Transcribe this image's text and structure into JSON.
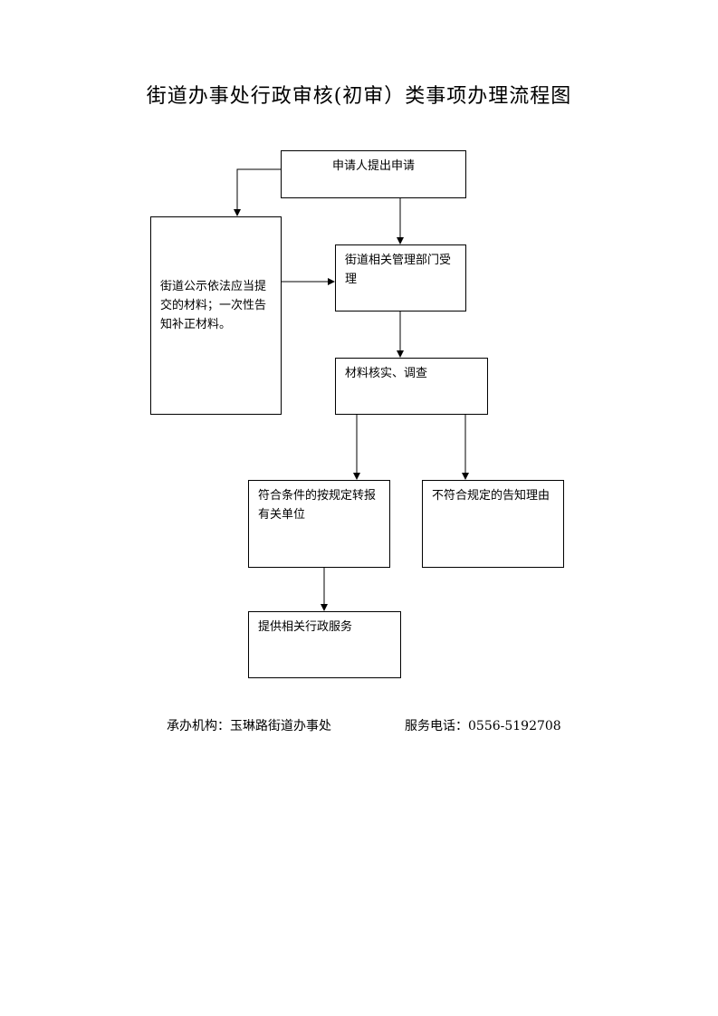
{
  "title": "街道办事处行政审核(初审）类事项办理流程图",
  "flowchart": {
    "nodes": {
      "apply": "申请人提出申请",
      "accept": "街道相关管理部门受理",
      "notify": "街道公示依法应当提交的材料；一次性告知补正材料。",
      "verify": "材料核实、调查",
      "qualified": "符合条件的按规定转报有关单位",
      "unqualified": "不符合规定的告知理由",
      "service": "提供相关行政服务"
    },
    "edges": [
      [
        "apply",
        "accept"
      ],
      [
        "apply",
        "notify"
      ],
      [
        "notify",
        "accept"
      ],
      [
        "accept",
        "verify"
      ],
      [
        "verify",
        "qualified"
      ],
      [
        "verify",
        "unqualified"
      ],
      [
        "qualified",
        "service"
      ]
    ]
  },
  "footer": {
    "organization": "承办机构：玉琳路街道办事处",
    "phone": "服务电话：0556-5192708"
  }
}
